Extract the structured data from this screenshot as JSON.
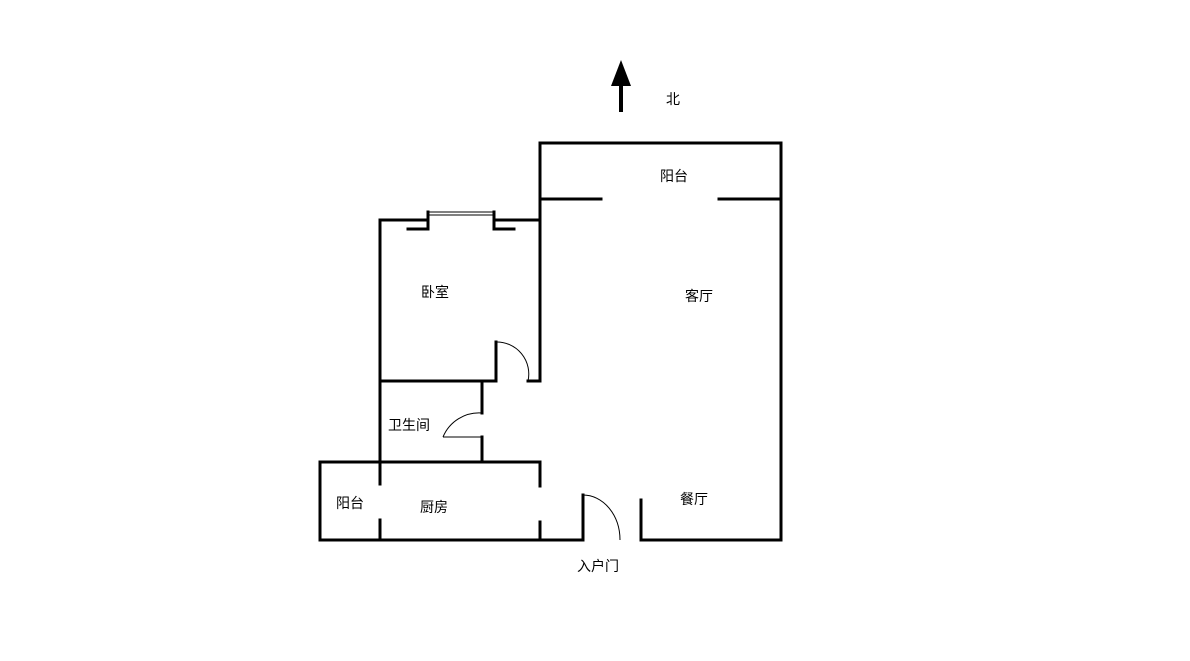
{
  "compass": {
    "north": "北"
  },
  "rooms": {
    "balcony_north": "阳台",
    "living_room": "客厅",
    "bedroom": "卧室",
    "bathroom": "卫生间",
    "balcony_west": "阳台",
    "kitchen": "厨房",
    "dining_room": "餐厅"
  },
  "entrance": "入户门"
}
